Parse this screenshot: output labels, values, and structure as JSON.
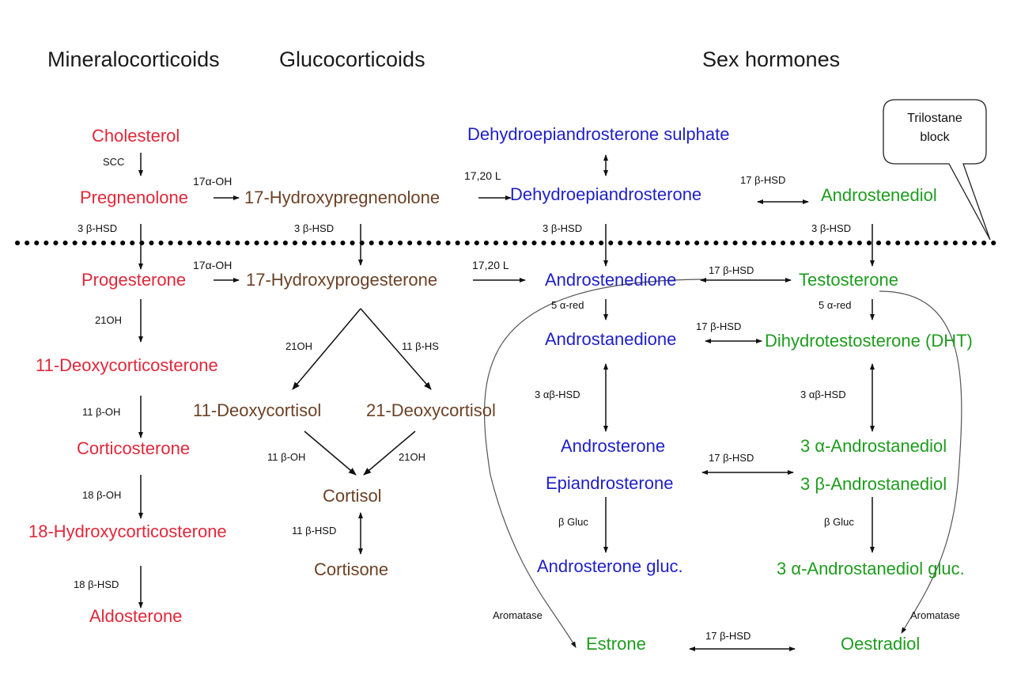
{
  "headers": {
    "mineralocorticoids": "Mineralocorticoids",
    "glucocorticoids": "Glucocorticoids",
    "sex_hormones": "Sex hormones"
  },
  "compounds": {
    "cholesterol": "Cholesterol",
    "pregnenolone": "Pregnenolone",
    "progesterone": "Progesterone",
    "deoxycorticosterone": "11-Deoxycorticosterone",
    "corticosterone": "Corticosterone",
    "hydroxycorticosterone": "18-Hydroxycorticosterone",
    "aldosterone": "Aldosterone",
    "hydroxypregnenolone": "17-Hydroxypregnenolone",
    "hydroxyprogesterone": "17-Hydroxyprogesterone",
    "deoxycortisol_11": "11-Deoxycortisol",
    "deoxycortisol_21": "21-Deoxycortisol",
    "cortisol": "Cortisol",
    "cortisone": "Cortisone",
    "dheas": "Dehydroepiandrosterone sulphate",
    "dhea": "Dehydroepiandrosterone",
    "androstenedione": "Androstenedione",
    "androstanedione": "Androstanedione",
    "androsterone": "Androsterone",
    "epiandrosterone": "Epiandrosterone",
    "androsterone_gluc": "Androsterone gluc.",
    "estrone": "Estrone",
    "androstenediol": "Androstenediol",
    "testosterone": "Testosterone",
    "dht": "Dihydrotestosterone (DHT)",
    "a_androstanediol": "3 α-Androstanediol",
    "b_androstanediol": "3 β-Androstanediol",
    "a_androstanediol_gluc": "3 α-Androstanediol gluc.",
    "oestradiol": "Oestradiol"
  },
  "enzymes": {
    "scc": "SCC",
    "hsd3b_a": "3 β-HSD",
    "oh21_a": "21OH",
    "oh11b": "11 β-OH",
    "oh18b": "18 β-OH",
    "hsd18b": "18 β-HSD",
    "oh17a_a": "17α-OH",
    "oh17a_b": "17α-OH",
    "hsd3b_b": "3 β-HSD",
    "oh21_b": "21OH",
    "hs11b": "11 β-HS",
    "oh11b_b": "11 β-OH",
    "oh21_c": "21OH",
    "hsd11b": "11 β-HSD",
    "l1720_a": "17,20 L",
    "l1720_b": "17,20 L",
    "hsd3b_c": "3 β-HSD",
    "ared_a": "5 α-red",
    "hsd3ab_a": "3 αβ-HSD",
    "gluc_a": "β Gluc",
    "aromatase_a": "Aromatase",
    "hsd17b_a": "17 β-HSD",
    "hsd17b_b": "17 β-HSD",
    "hsd17b_c": "17 β-HSD",
    "hsd17b_d": "17 β-HSD",
    "hsd17b_e": "17 β-HSD",
    "hsd3b_d": "3 β-HSD",
    "ared_b": "5 α-red",
    "hsd3ab_b": "3 αβ-HSD",
    "gluc_b": "β Gluc",
    "aromatase_b": "Aromatase"
  },
  "callout": {
    "line1": "Trilostane",
    "line2": "block"
  },
  "colors": {
    "mineralocorticoid": "#e1283a",
    "glucocorticoid": "#6b4226",
    "androgen_blue": "#1f1fc8",
    "androgen_green": "#1e9c1e"
  }
}
